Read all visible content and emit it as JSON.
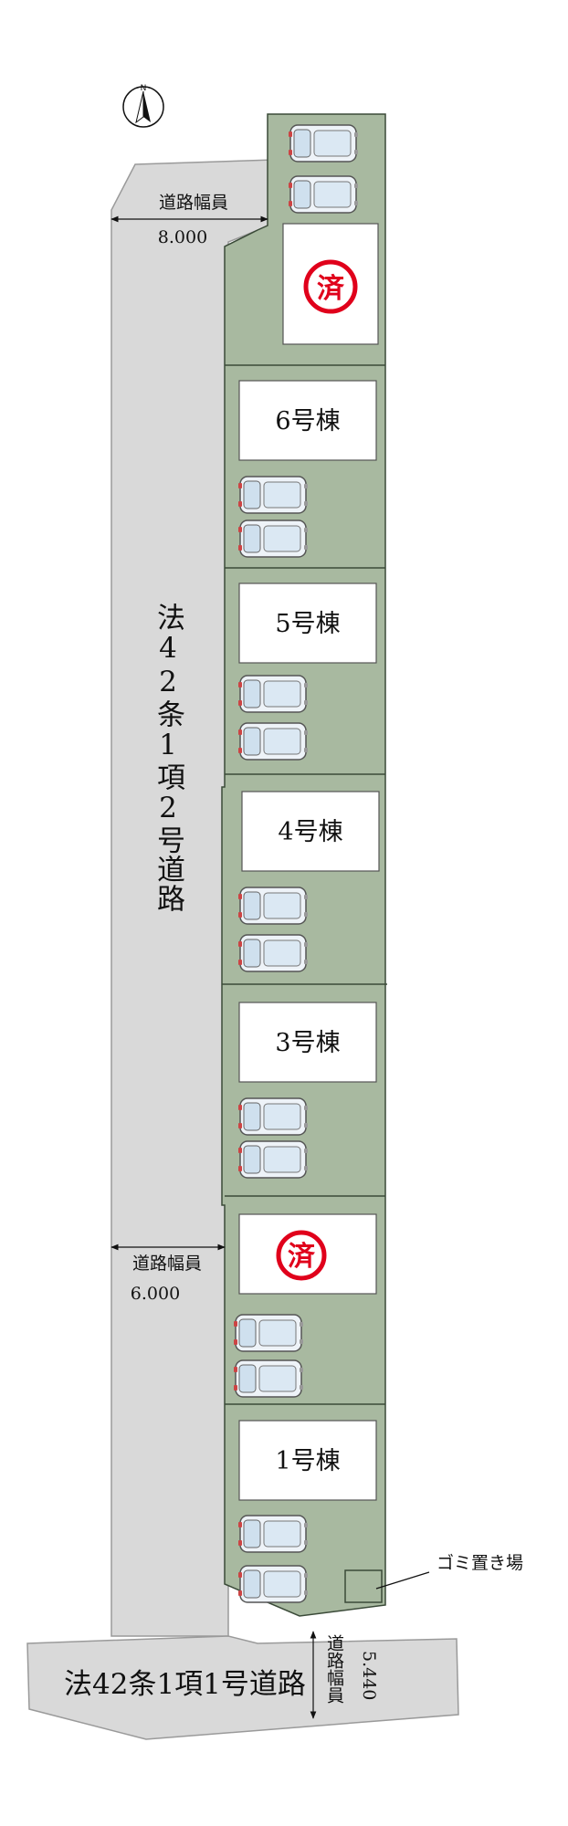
{
  "compass": {
    "label": "N"
  },
  "roads": {
    "side_road": {
      "label": "法42条1項2号道路"
    },
    "front_road": {
      "label": "法42条1項1号道路"
    },
    "width_top": {
      "label": "道路幅員",
      "value": "8.000"
    },
    "width_mid": {
      "label": "道路幅員",
      "value": "6.000"
    },
    "width_bottom": {
      "label": "道路幅員",
      "value": "5.440"
    }
  },
  "lots": [
    {
      "label": "",
      "sold": true,
      "sold_text": "済"
    },
    {
      "label": "6号棟",
      "sold": false
    },
    {
      "label": "5号棟",
      "sold": false
    },
    {
      "label": "4号棟",
      "sold": false
    },
    {
      "label": "3号棟",
      "sold": false
    },
    {
      "label": "",
      "sold": true,
      "sold_text": "済"
    },
    {
      "label": "1号棟",
      "sold": false
    }
  ],
  "garbage": {
    "label": "ゴミ置き場"
  },
  "colors": {
    "lot_green": "#a8b9a0",
    "lot_border": "#3a4a38",
    "road_gray": "#d9d9d9",
    "road_border": "#9a9a9a",
    "sold_red": "#e0001b",
    "car_glass": "#cfe0ee"
  }
}
